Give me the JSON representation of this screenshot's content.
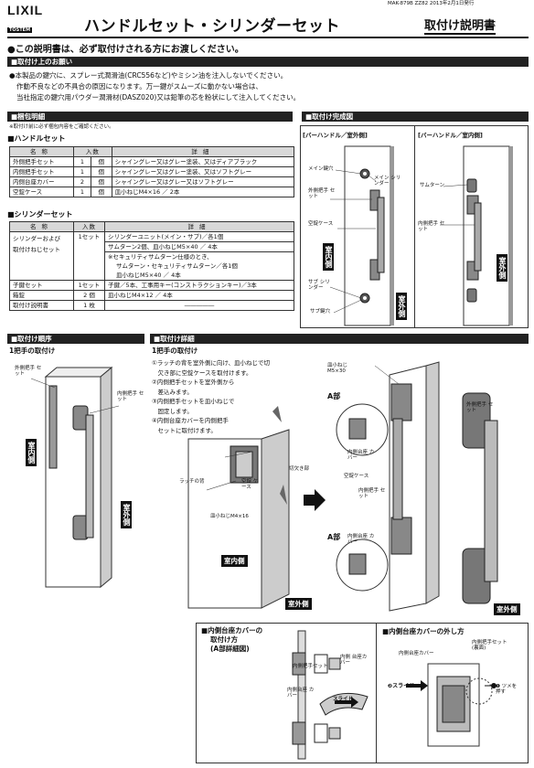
{
  "header": {
    "brand": "LIXIL",
    "sub_brand": "TOSTEM",
    "doc_code": "MAK-879B ZZ82 2013年2月1日発行",
    "title": "ハンドルセット・シリンダーセット",
    "manual_type": "取付け説明書",
    "notice": "●この説明書は、必ず取付けされる方にお渡しください。"
  },
  "request": {
    "heading": "■取付け上のお願い",
    "lines": [
      "●本製品の鍵穴に、スプレー式潤滑油(CRC556など)やミシン油を注入しないでください。",
      "作動不良などの不具合の原因になります。万一鍵がスムーズに動かない場合は、",
      "当社指定の鍵穴用パウダー潤滑材(DASZ020)又は鉛筆の芯を粉状にして注入してください。"
    ]
  },
  "packing": {
    "heading": "■梱包明細",
    "note": "※取付け前に必ず梱包内容をご確認ください。",
    "handle_heading": "■ハンドルセット",
    "columns": [
      "名称",
      "入数",
      "詳細"
    ],
    "handle_rows": [
      [
        "外側把手セット",
        "1",
        "個",
        "シャイングレー又はグレー塗装、又はディアブラック"
      ],
      [
        "内側把手セット",
        "1",
        "個",
        "シャイングレー又はグレー塗装、又はソフトグレー"
      ],
      [
        "内側台座カバー",
        "2",
        "個",
        "シャイングレー又はグレー又はソフトグレー"
      ],
      [
        "空錠ケース",
        "1",
        "個",
        "皿小ねじM4×16 ／ 2本"
      ]
    ],
    "cylinder_heading": "■シリンダーセット",
    "cyl_name1": "シリンダーおよび",
    "cyl_name2": "取付けねじセット",
    "cyl_qty": "1セット",
    "cyl_details": [
      "シリンダーユニット(メイン・サブ)／各1個",
      "サムターン2個、皿小ねじM5×40 ／ 4本",
      "※セキュリティサムターン仕様のとき、",
      "サムターン・セキュリティサムターン／各1個",
      "皿小ねじM5×40 ／ 4本"
    ],
    "cyl_rows": [
      [
        "子鍵セット",
        "1セット",
        "子鍵／5本、工事用キー(コンストラクションキー)／3本"
      ],
      [
        "箱錠",
        "2 個",
        "皿小ねじM4×12 ／ 4本"
      ],
      [
        "取付け説明書",
        "1 枚",
        "―――――"
      ]
    ]
  },
  "complete": {
    "heading": "■取付け完成図",
    "left_title": "[バーハンドル／室外側]",
    "right_title": "[バーハンドル／室内側]",
    "labels": {
      "main_key": "メイン鍵穴",
      "main_cyl": "メイン シリンダー",
      "outer_handle": "外側把手 セット",
      "lock_case": "空錠ケース",
      "sub_cyl": "サブ シリンダー",
      "sub_key": "サブ鍵穴",
      "thumbturn": "サムターン",
      "inner_handle": "内側把手 セット"
    },
    "indoor": "室内側",
    "outdoor": "室外側"
  },
  "order": {
    "heading": "■取付け順序",
    "step1": "1把手の取付け",
    "outer_handle_label": "外側把手 セット",
    "inner_handle_label": "内側把手 セット",
    "indoor": "室内側",
    "outdoor": "室外側"
  },
  "detail": {
    "heading": "■取付け詳細",
    "step1": "1把手の取付け",
    "instructions": [
      "①ラッチの背を室外側に向け、皿小ねじで切",
      "　欠き部に空錠ケースを取付けます。",
      "②内側把手セットを室外側から",
      "　差込みます。",
      "③内側把手セットを皿小ねじで",
      "　固定します。",
      "④内側台座カバーを内側把手",
      "　セットに取付けます。"
    ],
    "labels": {
      "screw_m5": "皿小ねじ M5×30",
      "a_part": "A部",
      "a_part2": "A部",
      "outer_handle": "外側把手 セット",
      "base_cover": "内側台座 カバー",
      "lock_case": "空錠ケース",
      "inner_handle": "内側把手 セット",
      "latch_back": "ラッチの背",
      "lock_case2": "空錠 ケース",
      "cutout": "切欠き部",
      "screw_m4": "皿小ねじM4×16",
      "base_cover2": "内側台座 カバー"
    },
    "indoor": "室内側",
    "outdoor": "室外側",
    "outdoor2": "室外側"
  },
  "install_cover": {
    "title1": "■内側台座カバーの",
    "title2": "取付け方",
    "title3": "(A部詳細図)",
    "labels": {
      "inner_handle": "内側把手セット",
      "base_cover": "内側 台座カバー",
      "base_cover2": "内側台座 カバー",
      "slide": "スライド"
    }
  },
  "remove_cover": {
    "title": "■内側台座カバーの外し方",
    "labels": {
      "base_cover": "内側台座カバー",
      "inner_handle": "内側把手セット (裏面)",
      "slide": "❷スライド",
      "push": "❶ ツメを 押す"
    }
  }
}
